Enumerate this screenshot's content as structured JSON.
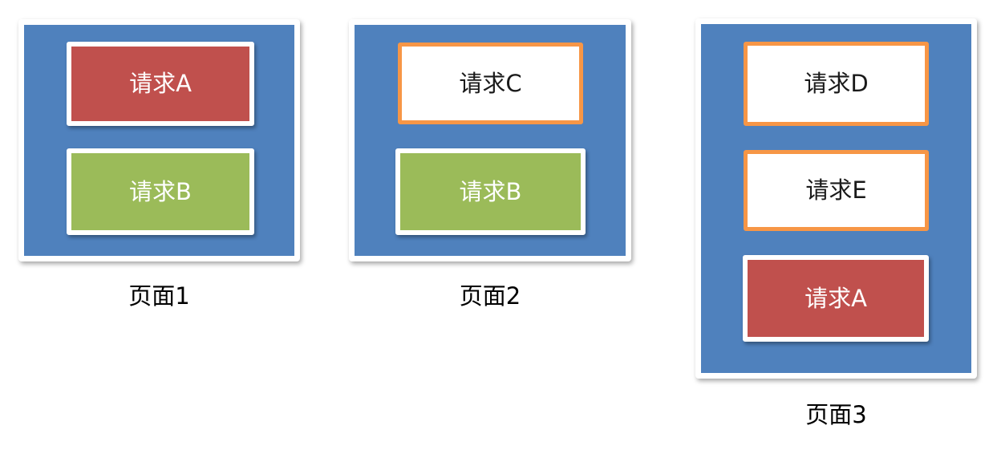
{
  "diagram": {
    "pages": [
      {
        "label": "页面1",
        "requests": [
          {
            "label": "请求A",
            "style": "red"
          },
          {
            "label": "请求B",
            "style": "green"
          }
        ]
      },
      {
        "label": "页面2",
        "requests": [
          {
            "label": "请求C",
            "style": "outline-orange"
          },
          {
            "label": "请求B",
            "style": "green"
          }
        ]
      },
      {
        "label": "页面3",
        "requests": [
          {
            "label": "请求D",
            "style": "outline-orange"
          },
          {
            "label": "请求E",
            "style": "outline-orange"
          },
          {
            "label": "请求A",
            "style": "red"
          }
        ]
      }
    ],
    "colors": {
      "panel_blue": "#4F81BD",
      "request_red": "#C0504D",
      "request_green": "#9BBB59",
      "outline_orange": "#F79646",
      "frame_white": "#FFFFFF",
      "label_text": "#000000"
    }
  }
}
